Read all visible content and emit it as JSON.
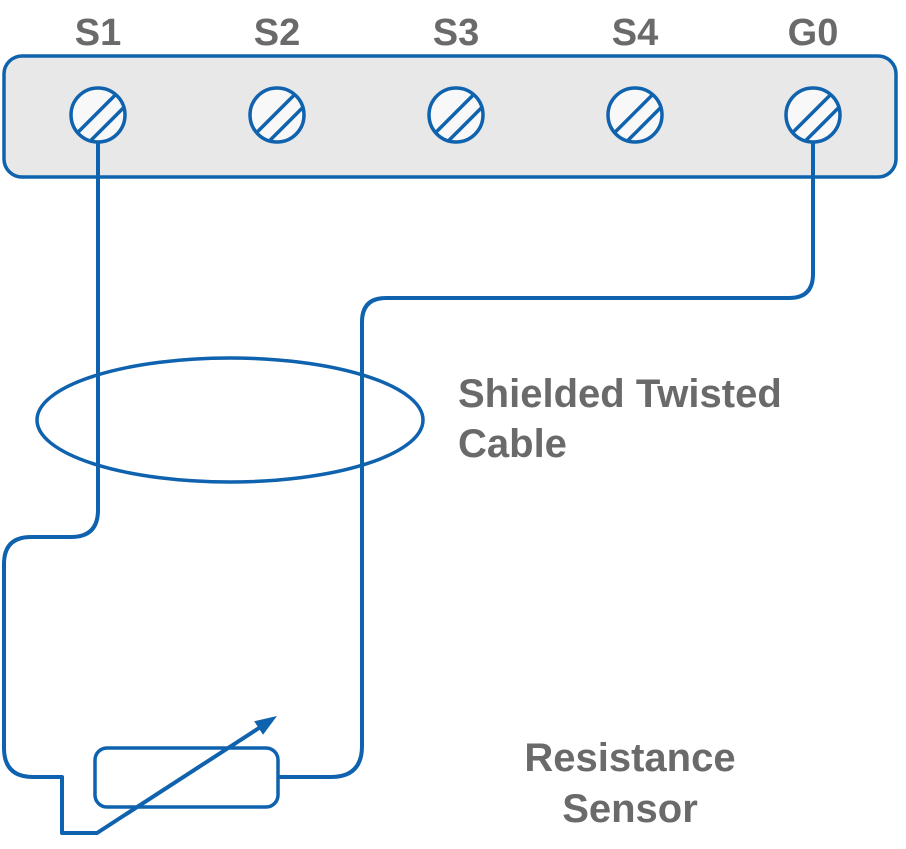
{
  "colors": {
    "wire_blue": "#0f62ae",
    "label_gray": "#6a6a6a",
    "block_fill": "#e8e8e8",
    "terminal_fill": "#f8f8f8",
    "background": "#ffffff"
  },
  "terminal_block": {
    "terminals": [
      {
        "label": "S1"
      },
      {
        "label": "S2"
      },
      {
        "label": "S3"
      },
      {
        "label": "S4"
      },
      {
        "label": "G0"
      }
    ]
  },
  "annotations": {
    "shielded_cable": {
      "line1": "Shielded Twisted",
      "line2": "Cable"
    },
    "resistance_sensor": {
      "line1": "Resistance",
      "line2": "Sensor"
    }
  }
}
